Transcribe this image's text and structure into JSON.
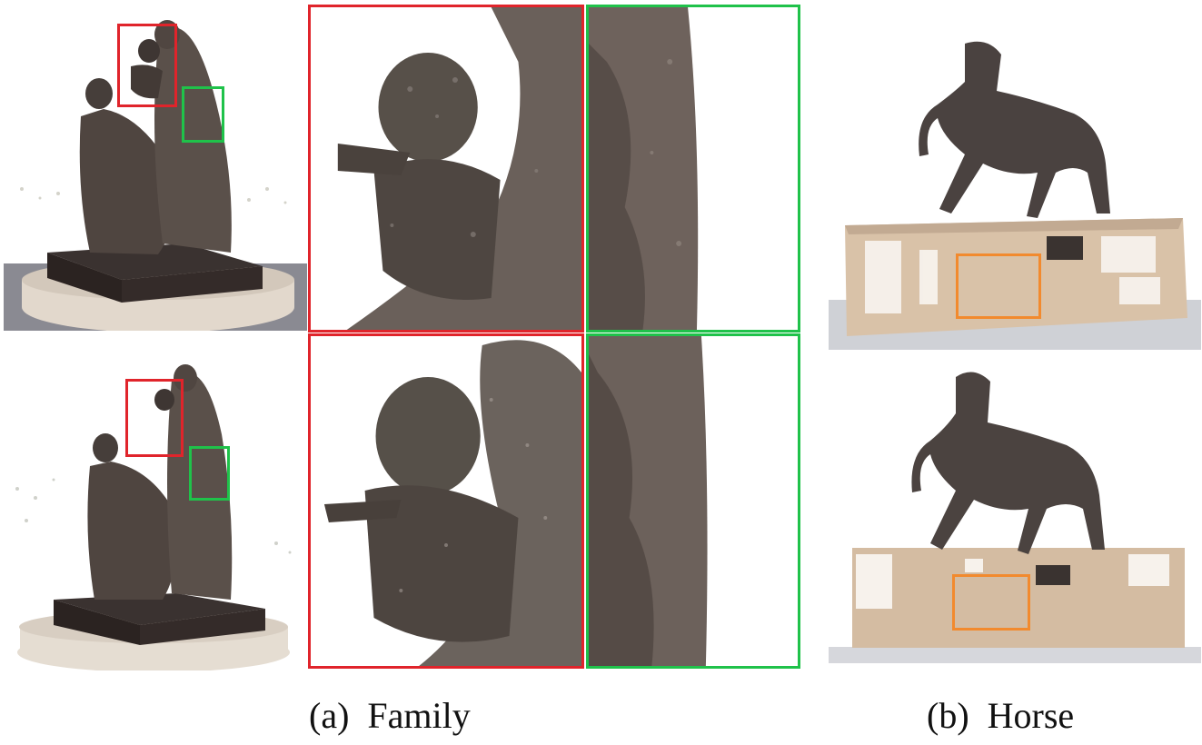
{
  "figure": {
    "panels": [
      {
        "tag": "(a)",
        "name": "Family"
      },
      {
        "tag": "(b)",
        "name": "Horse"
      }
    ]
  },
  "colors": {
    "highlight_red": "#e0242b",
    "highlight_green": "#1fc24a",
    "highlight_orange": "#f28a2e",
    "bronze_dark": "#3b3430",
    "bronze_mid": "#5b514b",
    "stone": "#d9cfc4",
    "base_sand": "#cdb59a"
  },
  "icons": [
    "family-statue-render",
    "horse-statue-render"
  ]
}
